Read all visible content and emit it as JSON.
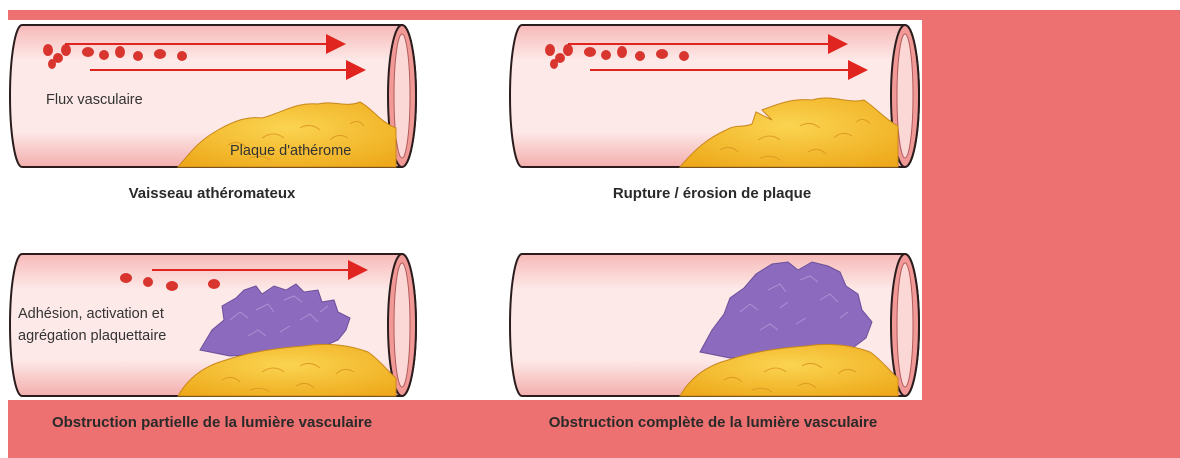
{
  "panels": {
    "top_left": {
      "caption": "Vaisseau athéromateux",
      "label_flow": "Flux vasculaire",
      "label_plaque": "Plaque d'athérome"
    },
    "top_right": {
      "caption": "Rupture / érosion de plaque"
    },
    "bottom_left": {
      "caption": "Obstruction partielle de la lumière vasculaire",
      "label_line1": "Adhésion, activation et",
      "label_line2": "agrégation plaquettaire"
    },
    "bottom_right": {
      "caption": "Obstruction complète de la lumière vasculaire"
    }
  },
  "colors": {
    "background_band": "#ec7170",
    "vessel_wall": "#f2a9a7",
    "vessel_lumen": "#fbe3e2",
    "vessel_outline": "#2b1d1d",
    "plaque": "#f6c330",
    "platelets": "#8c6bbf",
    "red_cells": "#d9352f",
    "flow_arrows": "#e0241f"
  }
}
